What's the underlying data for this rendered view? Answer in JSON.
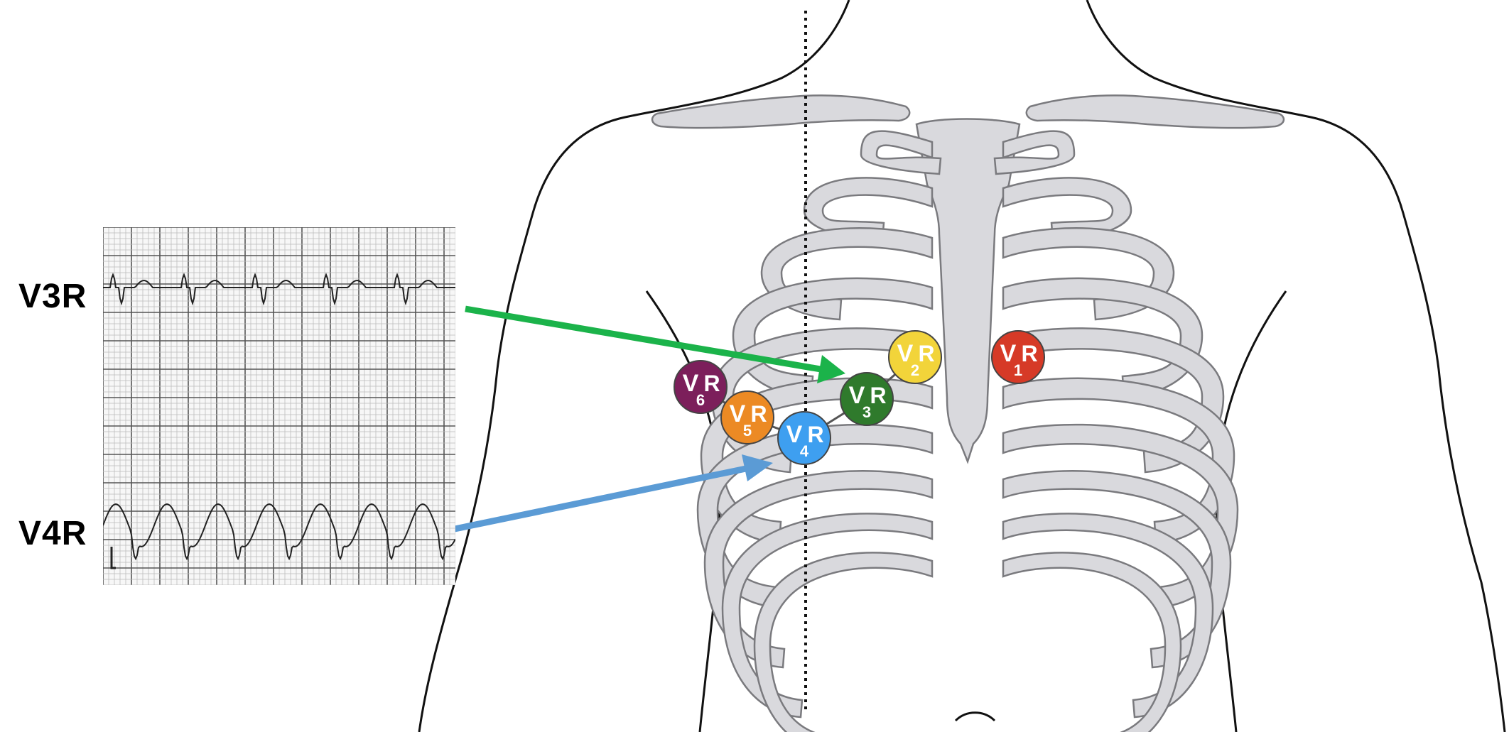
{
  "ecg": {
    "lead_top": "V3R",
    "lead_bottom": "V4R"
  },
  "electrodes": [
    {
      "id": "v1r",
      "main": "V",
      "sub": "1",
      "suffix": "R",
      "color": "#d63a27"
    },
    {
      "id": "v2r",
      "main": "V",
      "sub": "2",
      "suffix": "R",
      "color": "#f2d43a"
    },
    {
      "id": "v3r",
      "main": "V",
      "sub": "3",
      "suffix": "R",
      "color": "#2f7a2c"
    },
    {
      "id": "v4r",
      "main": "V",
      "sub": "4",
      "suffix": "R",
      "color": "#3e9ff0"
    },
    {
      "id": "v5r",
      "main": "V",
      "sub": "5",
      "suffix": "R",
      "color": "#ec8a24"
    },
    {
      "id": "v6r",
      "main": "V",
      "sub": "6",
      "suffix": "R",
      "color": "#7c1f5b"
    }
  ],
  "arrows": {
    "v3r_color": "#1bb34a",
    "v4r_color": "#5b9bd5"
  },
  "colors": {
    "bone": "#d9d9dd",
    "outline": "#111111"
  }
}
